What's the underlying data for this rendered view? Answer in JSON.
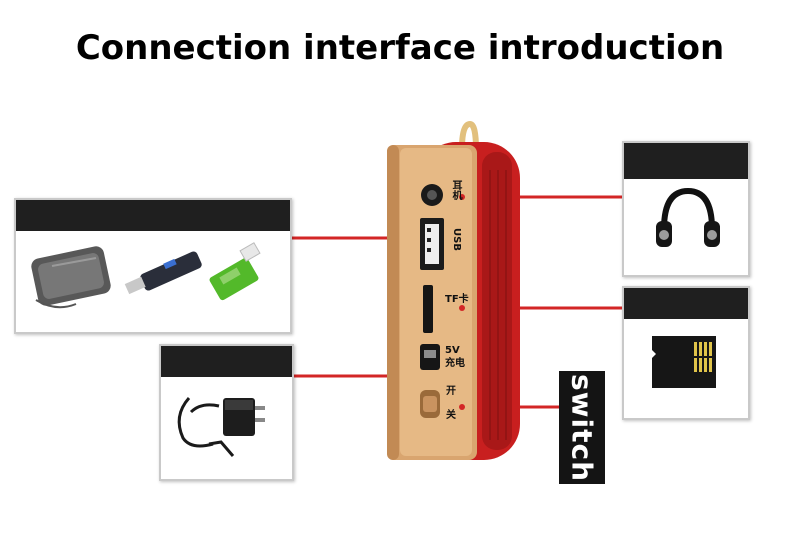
{
  "title": "Connection interface introduction",
  "device": {
    "ports": {
      "earphone_label": "耳机",
      "usb_label": "USB",
      "tf_label": "TF卡",
      "charge_label_top": "5V",
      "charge_label_bottom": "充电",
      "switch_on": "开",
      "switch_off": "关"
    }
  },
  "callouts": {
    "switch_label": "switch"
  },
  "colors": {
    "connector_line": "#d32626",
    "device_gold": "#d9a56f",
    "device_red": "#c81f1f",
    "header_bar": "#1f1f1f"
  },
  "icons": {
    "usb_devices": [
      "hard-drive-icon",
      "usb-flash-drive-icon",
      "card-reader-icon"
    ],
    "headphones": "headphones-icon",
    "tf_card": "microsd-card-icon",
    "charger": "power-adapter-icon"
  }
}
